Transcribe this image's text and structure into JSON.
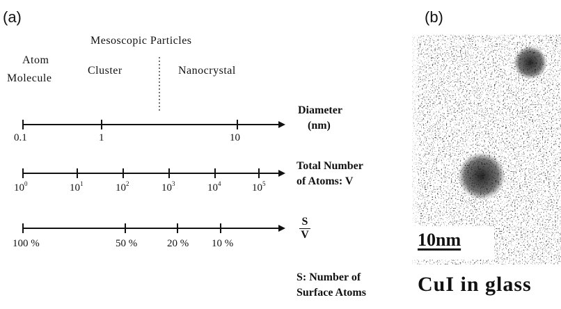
{
  "panel_a": {
    "label": "(a)",
    "header": "Mesoscopic Particles",
    "cat_atom": "Atom",
    "cat_molecule": "Molecule",
    "cat_cluster": "Cluster",
    "cat_nanocrystal": "Nanocrystal",
    "axis1": {
      "name_line1": "Diameter",
      "name_line2": "(nm)",
      "ticks": [
        "0.1",
        "1",
        "10"
      ]
    },
    "axis2": {
      "name_line1": "Total Number",
      "name_line2": "of Atoms: V",
      "ticks": [
        {
          "base": "10",
          "exp": "0"
        },
        {
          "base": "10",
          "exp": "1"
        },
        {
          "base": "10",
          "exp": "2"
        },
        {
          "base": "10",
          "exp": "3"
        },
        {
          "base": "10",
          "exp": "4"
        },
        {
          "base": "10",
          "exp": "5"
        }
      ]
    },
    "axis3": {
      "frac_num": "S",
      "frac_den": "V",
      "ticks": [
        "100 %",
        "50 %",
        "20 %",
        "10 %"
      ]
    },
    "note_line1": "S: Number of",
    "note_line2": "Surface Atoms"
  },
  "panel_b": {
    "label": "(b)",
    "scale_bar": "10nm",
    "caption": "CuI in glass"
  }
}
